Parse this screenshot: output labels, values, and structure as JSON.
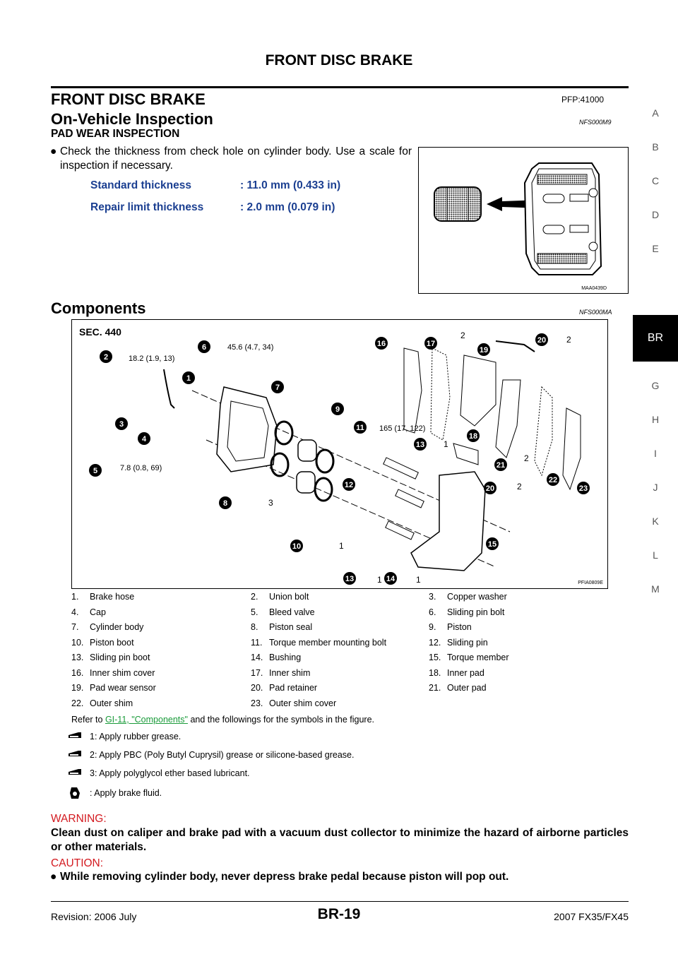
{
  "header": {
    "title": "FRONT DISC BRAKE"
  },
  "side_index": {
    "letters": [
      "A",
      "B",
      "C",
      "D",
      "E",
      "G",
      "H",
      "I",
      "J",
      "K",
      "L",
      "M"
    ],
    "active": "BR"
  },
  "section": {
    "title": "FRONT DISC BRAKE",
    "pfp": "PFP:41000"
  },
  "inspection": {
    "title": "On-Vehicle Inspection",
    "code": "NFS000M9",
    "subtitle": "PAD WEAR INSPECTION",
    "bullet": "Check the thickness from check hole on cylinder body. Use a scale for inspection if necessary.",
    "specs": [
      {
        "label": "Standard thickness",
        "value": ": 11.0 mm (0.433 in)"
      },
      {
        "label": "Repair limit thickness",
        "value": ": 2.0 mm (0.079 in)"
      }
    ],
    "figure_code": "MAA0439D"
  },
  "components": {
    "title": "Components",
    "code": "NFS000MA",
    "figure": {
      "sec_label": "SEC. 440",
      "code": "PFIA0809E",
      "torques": [
        "18.2 (1.9, 13)",
        "45.6 (4.7, 34)",
        "165 (17, 122)",
        "7.8 (0.8, 69)"
      ],
      "grease_numbers": [
        "1",
        "2",
        "3"
      ],
      "callouts": [
        "1",
        "2",
        "3",
        "4",
        "5",
        "6",
        "7",
        "8",
        "9",
        "10",
        "11",
        "12",
        "13",
        "14",
        "15",
        "16",
        "17",
        "18",
        "19",
        "20",
        "21",
        "22",
        "23"
      ]
    },
    "legend": [
      [
        "1.",
        "Brake hose",
        "2.",
        "Union bolt",
        "3.",
        "Copper washer"
      ],
      [
        "4.",
        "Cap",
        "5.",
        "Bleed valve",
        "6.",
        "Sliding pin bolt"
      ],
      [
        "7.",
        "Cylinder body",
        "8.",
        "Piston seal",
        "9.",
        "Piston"
      ],
      [
        "10.",
        "Piston boot",
        "11.",
        "Torque member mounting bolt",
        "12.",
        "Sliding pin"
      ],
      [
        "13.",
        "Sliding pin boot",
        "14.",
        "Bushing",
        "15.",
        "Torque member"
      ],
      [
        "16.",
        "Inner shim cover",
        "17.",
        "Inner shim",
        "18.",
        "Inner pad"
      ],
      [
        "19.",
        "Pad wear sensor",
        "20.",
        "Pad retainer",
        "21.",
        "Outer pad"
      ],
      [
        "22.",
        "Outer shim",
        "23.",
        "Outer shim cover",
        "",
        ""
      ]
    ],
    "refer_pre": "Refer to ",
    "refer_link": "GI-11, \"Components\"",
    "refer_post": " and the followings for the symbols in the figure.",
    "symbols": [
      "1: Apply rubber grease.",
      "2: Apply PBC (Poly Butyl Cuprysil) grease or silicone-based grease.",
      "3: Apply polyglycol ether based lubricant.",
      ": Apply brake fluid."
    ]
  },
  "warning": {
    "title": "WARNING:",
    "text": "Clean dust on caliper and brake pad with a vacuum dust collector to minimize the hazard of airborne particles or other materials."
  },
  "caution": {
    "title": "CAUTION:",
    "text": "While removing cylinder body, never depress brake pedal because piston will pop out."
  },
  "footer": {
    "revision": "Revision: 2006 July",
    "page": "BR-19",
    "model": "2007 FX35/FX45"
  },
  "colors": {
    "spec": "#1b3f91",
    "warning": "#d3191f",
    "link": "#1a9b3a"
  }
}
